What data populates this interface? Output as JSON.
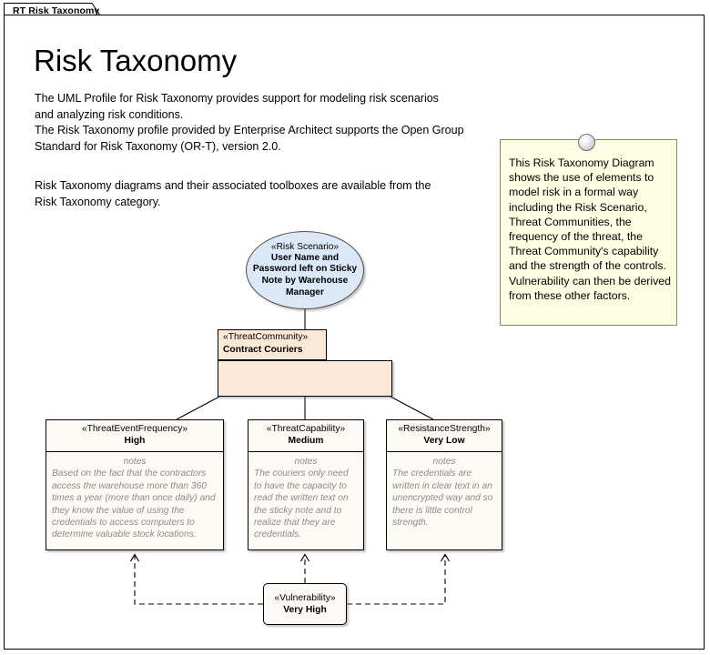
{
  "tab": {
    "label": "RT Risk Taxonomy"
  },
  "page": {
    "title": "Risk Taxonomy",
    "intro": "The UML Profile for Risk Taxonomy  provides support for modeling risk scenarios\nand analyzing risk conditions.\nThe Risk Taxonomy profile provided by Enterprise Architect supports the Open Group\nStandard for Risk Taxonomy (OR-T), version 2.0.",
    "toolbox_note": "Risk Taxonomy diagrams and their associated toolboxes are available from the\nRisk Taxonomy category."
  },
  "note": {
    "text": "This Risk Taxonomy Diagram shows the use of elements to model risk in a formal way including the Risk Scenario, Threat Communities, the frequency of the threat, the Threat Community's capability and the strength of the controls. Vulnerability can then be derived from these other factors."
  },
  "diagram": {
    "risk_scenario": {
      "stereotype": "«Risk Scenario»",
      "name": "User Name and Password left on Sticky Note by Warehouse Manager"
    },
    "threat_community": {
      "stereotype": "«ThreatCommunity»",
      "name": "Contract Couriers"
    },
    "threat_event_frequency": {
      "stereotype": "«ThreatEventFrequency»",
      "name": "High",
      "notes_label": "notes",
      "notes": "Based on the fact that the contractors access the warehouse more than 360 times a year (more than once daily) and they know the value of using the credentials to access computers to determine valuable stock locations."
    },
    "threat_capability": {
      "stereotype": "«ThreatCapability»",
      "name": "Medium",
      "notes_label": "notes",
      "notes": "The couriers only need to have the capacity to read the written text on the sticky note and to realize that they are credentials."
    },
    "resistance_strength": {
      "stereotype": "«ResistanceStrength»",
      "name": "Very Low",
      "notes_label": "notes",
      "notes": "The credentials are written in clear text in an unencrypted way and so there is little control strength."
    },
    "vulnerability": {
      "stereotype": "«Vulnerability»",
      "name": "Very High"
    }
  },
  "colors": {
    "canvas": "#ffffff",
    "frame_border": "#000000",
    "note_fill": "#fdfde3",
    "note_border": "#8a8a5c",
    "scenario_fill": "#dbe8f7",
    "community_fill": "#fce8d6",
    "node_fill": "#fdf9f5",
    "notes_text": "#8c8c8c",
    "connector": "#000000"
  }
}
